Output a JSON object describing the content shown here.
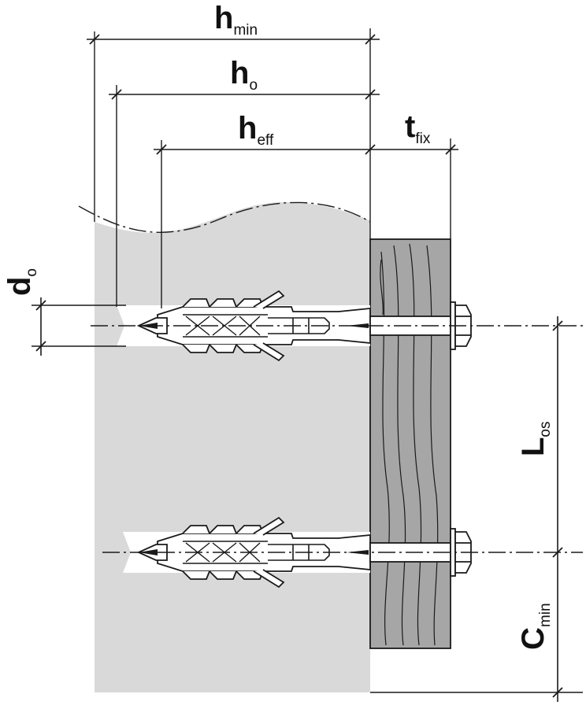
{
  "labels": {
    "h_min": {
      "main": "h",
      "sub": "min"
    },
    "h_o": {
      "main": "h",
      "sub": "o"
    },
    "h_eff": {
      "main": "h",
      "sub": "eff"
    },
    "t_fix": {
      "main": "t",
      "sub": "fix"
    },
    "d_o": {
      "main": "d",
      "sub": "o"
    },
    "L_os": {
      "main": "L",
      "sub": "os"
    },
    "C_min": {
      "main": "C",
      "sub": "min"
    }
  },
  "colors": {
    "concrete": "#d9d9d9",
    "timber": "#a6a6a6",
    "line": "#1a1a1a",
    "bolt": "#ffffff"
  }
}
